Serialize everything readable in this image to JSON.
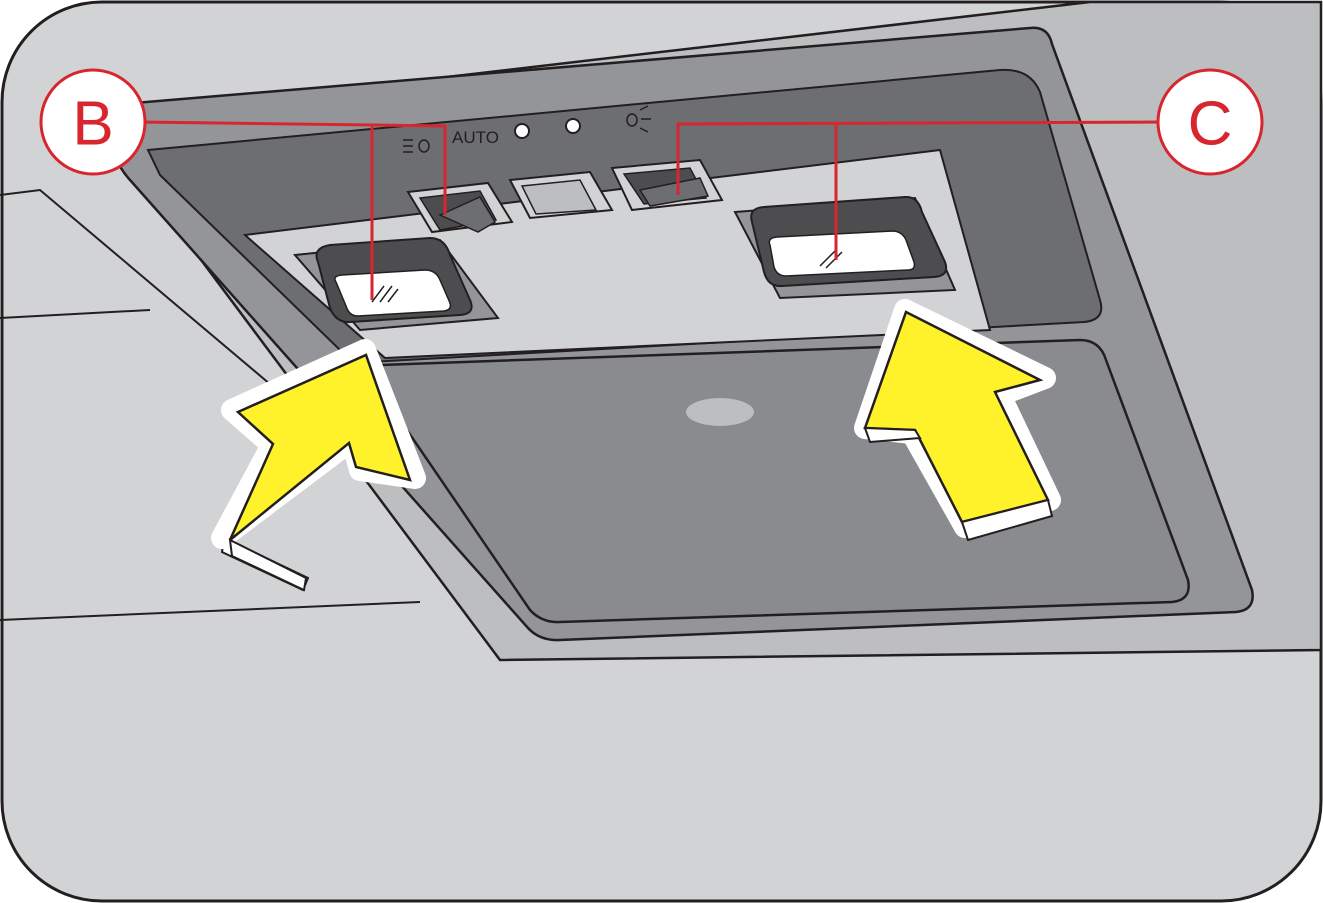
{
  "callouts": {
    "b_label": "B",
    "c_label": "C"
  },
  "console": {
    "auto_label": "AUTO"
  },
  "colors": {
    "frame_bg": "#d2d3d5",
    "headliner": "#c4c5c7",
    "console_dark": "#6d6e71",
    "console_mid": "#939598",
    "lens_panel": "#8a8b8e",
    "bezel": "#4d4d4f",
    "callout_red": "#d7262e",
    "arrow_yellow": "#fff22a",
    "outline": "#231f20"
  },
  "icons": {
    "lamp_on": "dome-light-on-icon",
    "lamp_off": "dome-light-off-icon",
    "rear_window": "rear-window-glyph-icon"
  }
}
